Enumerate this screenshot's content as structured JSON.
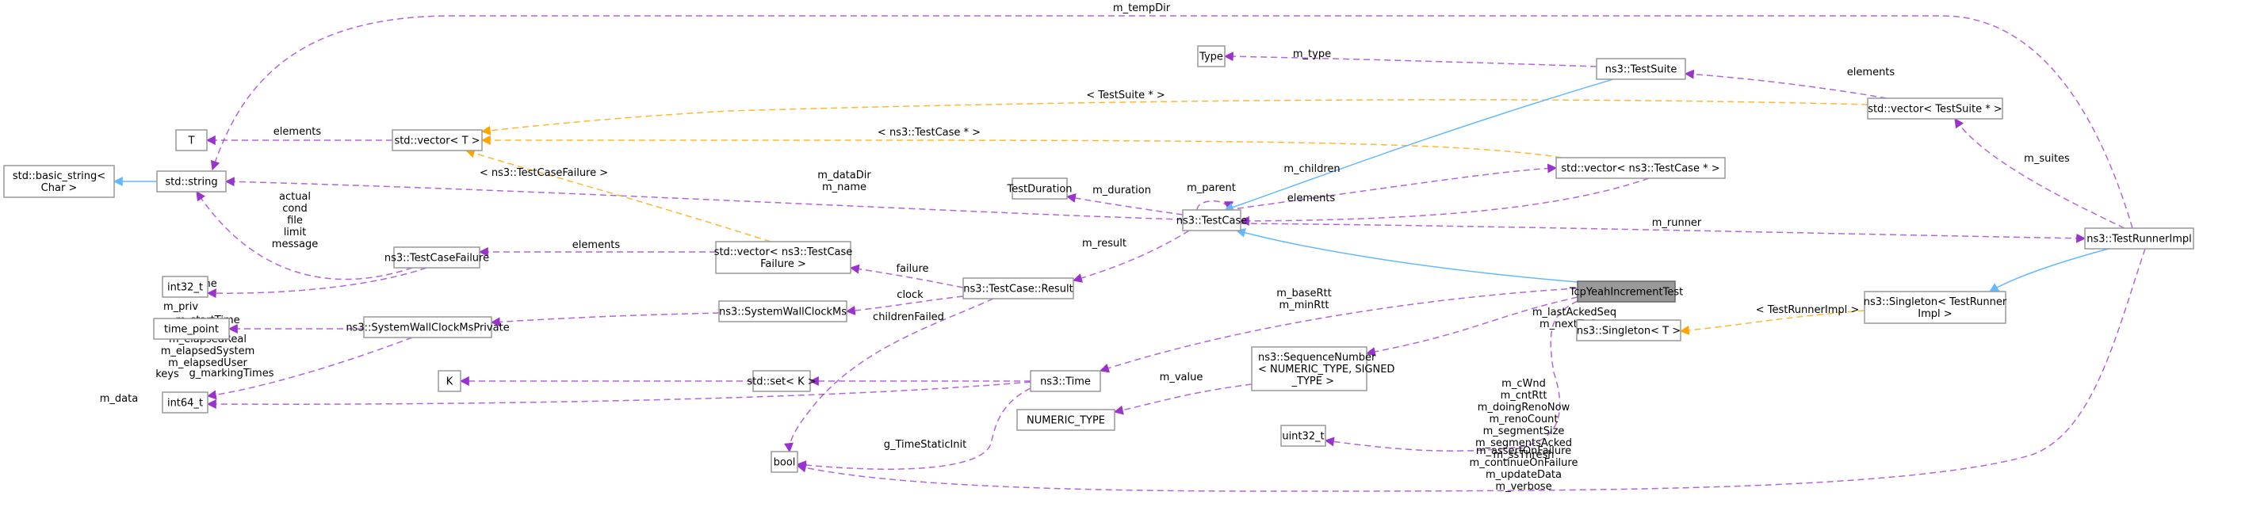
{
  "diagram": {
    "title": "TcpYeahIncrementTest collaboration graph",
    "colors": {
      "member_edge": "#9a32cd",
      "template_edge": "#ffa500",
      "inherit_edge": "#63b8ff",
      "focus_fill": "#999999",
      "node_border": "#999999"
    },
    "nodes": [
      {
        "id": "basic_string",
        "lines": [
          "std::basic_string<",
          "Char >"
        ],
        "focus": false
      },
      {
        "id": "std_string",
        "lines": [
          "std::string"
        ],
        "focus": false
      },
      {
        "id": "T",
        "lines": [
          "T"
        ],
        "focus": false
      },
      {
        "id": "int32_t",
        "lines": [
          "int32_t"
        ],
        "focus": false
      },
      {
        "id": "time_point",
        "lines": [
          "time_point"
        ],
        "focus": false
      },
      {
        "id": "int64_t",
        "lines": [
          "int64_t"
        ],
        "focus": false
      },
      {
        "id": "vector_T",
        "lines": [
          "std::vector< T >"
        ],
        "focus": false
      },
      {
        "id": "TestCaseFailure",
        "lines": [
          "ns3::TestCaseFailure"
        ],
        "focus": false
      },
      {
        "id": "SystemWallClockMsPrivate",
        "lines": [
          "ns3::SystemWallClockMsPrivate"
        ],
        "focus": false
      },
      {
        "id": "K",
        "lines": [
          "K"
        ],
        "focus": false
      },
      {
        "id": "vector_TestCaseFailure",
        "lines": [
          "std::vector< ns3::TestCase",
          "Failure >"
        ],
        "focus": false
      },
      {
        "id": "SystemWallClockMs",
        "lines": [
          "ns3::SystemWallClockMs"
        ],
        "focus": false
      },
      {
        "id": "set_K",
        "lines": [
          "std::set< K >"
        ],
        "focus": false
      },
      {
        "id": "bool",
        "lines": [
          "bool"
        ],
        "focus": false
      },
      {
        "id": "TestDuration",
        "lines": [
          "TestDuration"
        ],
        "focus": false
      },
      {
        "id": "Result",
        "lines": [
          "ns3::TestCase::Result"
        ],
        "focus": false
      },
      {
        "id": "Time",
        "lines": [
          "ns3::Time"
        ],
        "focus": false
      },
      {
        "id": "NUMERIC_TYPE",
        "lines": [
          "NUMERIC_TYPE"
        ],
        "focus": false
      },
      {
        "id": "Type",
        "lines": [
          "Type"
        ],
        "focus": false
      },
      {
        "id": "TestCase",
        "lines": [
          "ns3::TestCase"
        ],
        "focus": false
      },
      {
        "id": "SequenceNumber",
        "lines": [
          "ns3::SequenceNumber",
          "< NUMERIC_TYPE, SIGNED",
          "_TYPE >"
        ],
        "focus": false
      },
      {
        "id": "uint32_t",
        "lines": [
          "uint32_t"
        ],
        "focus": false
      },
      {
        "id": "TestSuite",
        "lines": [
          "ns3::TestSuite"
        ],
        "focus": false
      },
      {
        "id": "vector_TestCase",
        "lines": [
          "std::vector< ns3::TestCase * >"
        ],
        "focus": false
      },
      {
        "id": "TcpYeahIncrementTest",
        "lines": [
          "TcpYeahIncrementTest"
        ],
        "focus": true
      },
      {
        "id": "Singleton_T",
        "lines": [
          "ns3::Singleton< T >"
        ],
        "focus": false
      },
      {
        "id": "vector_TestSuite",
        "lines": [
          "std::vector< TestSuite * >"
        ],
        "focus": false
      },
      {
        "id": "Singleton_TRI",
        "lines": [
          "ns3::Singleton< TestRunner",
          "Impl >"
        ],
        "focus": false
      },
      {
        "id": "TestRunnerImpl",
        "lines": [
          "ns3::TestRunnerImpl"
        ],
        "focus": false
      }
    ],
    "edges": [
      {
        "id": "e1",
        "kind": "inherit",
        "from": "std_string",
        "to": "basic_string",
        "label": []
      },
      {
        "id": "e2",
        "kind": "member",
        "from": "TestRunnerImpl",
        "to": "std_string",
        "label": [
          "m_tempDir"
        ]
      },
      {
        "id": "e3",
        "kind": "member",
        "from": "vector_T",
        "to": "T",
        "label": [
          "elements"
        ]
      },
      {
        "id": "e4",
        "kind": "member",
        "from": "TestCase",
        "to": "std_string",
        "label": [
          "m_dataDir",
          "m_name"
        ]
      },
      {
        "id": "e5",
        "kind": "member",
        "from": "TestCaseFailure",
        "to": "std_string",
        "label": [
          "actual",
          "cond",
          "file",
          "limit",
          "message"
        ]
      },
      {
        "id": "e6",
        "kind": "member",
        "from": "TestCaseFailure",
        "to": "int32_t",
        "label": [
          "line"
        ]
      },
      {
        "id": "e7",
        "kind": "member",
        "from": "SystemWallClockMsPrivate",
        "to": "time_point",
        "label": [
          "m_startTime"
        ]
      },
      {
        "id": "e8",
        "kind": "member",
        "from": "SystemWallClockMsPrivate",
        "to": "int64_t",
        "label": [
          "m_elapsedReal",
          "m_elapsedSystem",
          "m_elapsedUser"
        ]
      },
      {
        "id": "e9",
        "kind": "member",
        "from": "Time",
        "to": "int64_t",
        "label": [
          "m_data"
        ]
      },
      {
        "id": "e10",
        "kind": "template",
        "from": "vector_TestSuite",
        "to": "vector_T",
        "label": [
          "< TestSuite * >"
        ]
      },
      {
        "id": "e11",
        "kind": "template",
        "from": "vector_TestCase",
        "to": "vector_T",
        "label": [
          "< ns3::TestCase * >"
        ]
      },
      {
        "id": "e12",
        "kind": "template",
        "from": "vector_TestCaseFailure",
        "to": "vector_T",
        "label": [
          "< ns3::TestCaseFailure >"
        ]
      },
      {
        "id": "e13",
        "kind": "member",
        "from": "vector_TestCaseFailure",
        "to": "TestCaseFailure",
        "label": [
          "elements"
        ]
      },
      {
        "id": "e14",
        "kind": "member",
        "from": "SystemWallClockMs",
        "to": "SystemWallClockMsPrivate",
        "label": [
          "m_priv"
        ]
      },
      {
        "id": "e15",
        "kind": "member",
        "from": "set_K",
        "to": "K",
        "label": [
          "keys"
        ]
      },
      {
        "id": "e16",
        "kind": "member",
        "from": "Time",
        "to": "set_K",
        "label": [
          "g_markingTimes"
        ]
      },
      {
        "id": "e17",
        "kind": "member",
        "from": "Result",
        "to": "vector_TestCaseFailure",
        "label": [
          "failure"
        ]
      },
      {
        "id": "e18",
        "kind": "member",
        "from": "Result",
        "to": "SystemWallClockMs",
        "label": [
          "clock"
        ]
      },
      {
        "id": "e19",
        "kind": "member",
        "from": "Result",
        "to": "bool",
        "label": [
          "childrenFailed"
        ]
      },
      {
        "id": "e20",
        "kind": "member",
        "from": "Time",
        "to": "bool",
        "label": [
          "g_TimeStaticInit"
        ]
      },
      {
        "id": "e21",
        "kind": "member",
        "from": "TestRunnerImpl",
        "to": "bool",
        "label": [
          "m_assertOnFailure",
          "m_continueOnFailure",
          "m_updateData",
          "m_verbose"
        ]
      },
      {
        "id": "e22",
        "kind": "member",
        "from": "TestCase",
        "to": "TestDuration",
        "label": [
          "m_duration"
        ]
      },
      {
        "id": "e23",
        "kind": "member",
        "from": "TestCase",
        "to": "Result",
        "label": [
          "m_result"
        ]
      },
      {
        "id": "e24",
        "kind": "member",
        "from": "TestCase",
        "to": "TestCase",
        "label": [
          "m_parent"
        ]
      },
      {
        "id": "e25",
        "kind": "member",
        "from": "TestCase",
        "to": "vector_TestCase",
        "label": [
          "m_children"
        ]
      },
      {
        "id": "e26",
        "kind": "member",
        "from": "vector_TestCase",
        "to": "TestCase",
        "label": [
          "elements"
        ]
      },
      {
        "id": "e27",
        "kind": "member",
        "from": "TestCase",
        "to": "TestRunnerImpl",
        "label": [
          "m_runner"
        ]
      },
      {
        "id": "e28",
        "kind": "member",
        "from": "TestSuite",
        "to": "Type",
        "label": [
          "m_type"
        ]
      },
      {
        "id": "e29",
        "kind": "inherit",
        "from": "TestSuite",
        "to": "TestCase",
        "label": []
      },
      {
        "id": "e30",
        "kind": "inherit",
        "from": "TcpYeahIncrementTest",
        "to": "TestCase",
        "label": []
      },
      {
        "id": "e31",
        "kind": "member",
        "from": "vector_TestSuite",
        "to": "TestSuite",
        "label": [
          "elements"
        ]
      },
      {
        "id": "e32",
        "kind": "member",
        "from": "TestRunnerImpl",
        "to": "vector_TestSuite",
        "label": [
          "m_suites"
        ]
      },
      {
        "id": "e33",
        "kind": "member",
        "from": "TcpYeahIncrementTest",
        "to": "Time",
        "label": [
          "m_baseRtt",
          "m_minRtt"
        ]
      },
      {
        "id": "e34",
        "kind": "member",
        "from": "TcpYeahIncrementTest",
        "to": "SequenceNumber",
        "label": [
          "m_lastAckedSeq",
          "m_nextTxSeq"
        ]
      },
      {
        "id": "e35",
        "kind": "member",
        "from": "TcpYeahIncrementTest",
        "to": "uint32_t",
        "label": [
          "m_cWnd",
          "m_cntRtt",
          "m_doingRenoNow",
          "m_renoCount",
          "m_segmentSize",
          "m_segmentsAcked",
          "m_ssThresh"
        ]
      },
      {
        "id": "e36",
        "kind": "member",
        "from": "SequenceNumber",
        "to": "NUMERIC_TYPE",
        "label": [
          "m_value"
        ]
      },
      {
        "id": "e37",
        "kind": "template",
        "from": "Singleton_TRI",
        "to": "Singleton_T",
        "label": [
          "< TestRunnerImpl >"
        ]
      },
      {
        "id": "e38",
        "kind": "inherit",
        "from": "TestRunnerImpl",
        "to": "Singleton_TRI",
        "label": []
      }
    ]
  }
}
